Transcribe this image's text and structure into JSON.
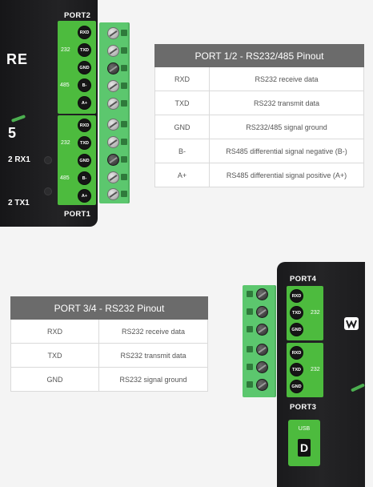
{
  "device_top": {
    "brand_fragment": "RE",
    "digit_fragment": "5",
    "port_top_label": "PORT2",
    "port_bottom_label": "PORT1",
    "led_labels": {
      "rx": "2 RX1",
      "tx": "2 TX1"
    },
    "port2_pins": [
      "RXD",
      "TXD",
      "GND",
      "B-",
      "A+"
    ],
    "port1_pins": [
      "RXD",
      "TXD",
      "GND",
      "B-",
      "A+"
    ],
    "group_labels": {
      "rs232": "232",
      "rs485": "485"
    }
  },
  "device_bottom": {
    "port_top_label": "PORT4",
    "port_bottom_label": "PORT3",
    "port4_pins": [
      "RXD",
      "TXD",
      "GND"
    ],
    "port3_pins": [
      "RXD",
      "TXD",
      "GND"
    ],
    "group_label": "232",
    "usb": {
      "label": "USB",
      "glyph": "D"
    }
  },
  "table_port12": {
    "title": "PORT 1/2 - RS232/485 Pinout",
    "rows": [
      {
        "pin": "RXD",
        "desc": "RS232 receive data"
      },
      {
        "pin": "TXD",
        "desc": "RS232 transmit data"
      },
      {
        "pin": "GND",
        "desc": "RS232/485 signal ground"
      },
      {
        "pin": "B-",
        "desc": "RS485 differential signal negative (B-)"
      },
      {
        "pin": "A+",
        "desc": "RS485 differential signal positive (A+)"
      }
    ]
  },
  "table_port34": {
    "title": "PORT 3/4 - RS232 Pinout",
    "rows": [
      {
        "pin": "RXD",
        "desc": "RS232 receive data"
      },
      {
        "pin": "TXD",
        "desc": "RS232 transmit data"
      },
      {
        "pin": "GND",
        "desc": "RS232 signal ground"
      }
    ]
  },
  "colors": {
    "device_body": "#1c1c1e",
    "panel_green": "#4dbb3e",
    "terminal_green": "#5cc76e",
    "table_header": "#6b6b6b"
  }
}
